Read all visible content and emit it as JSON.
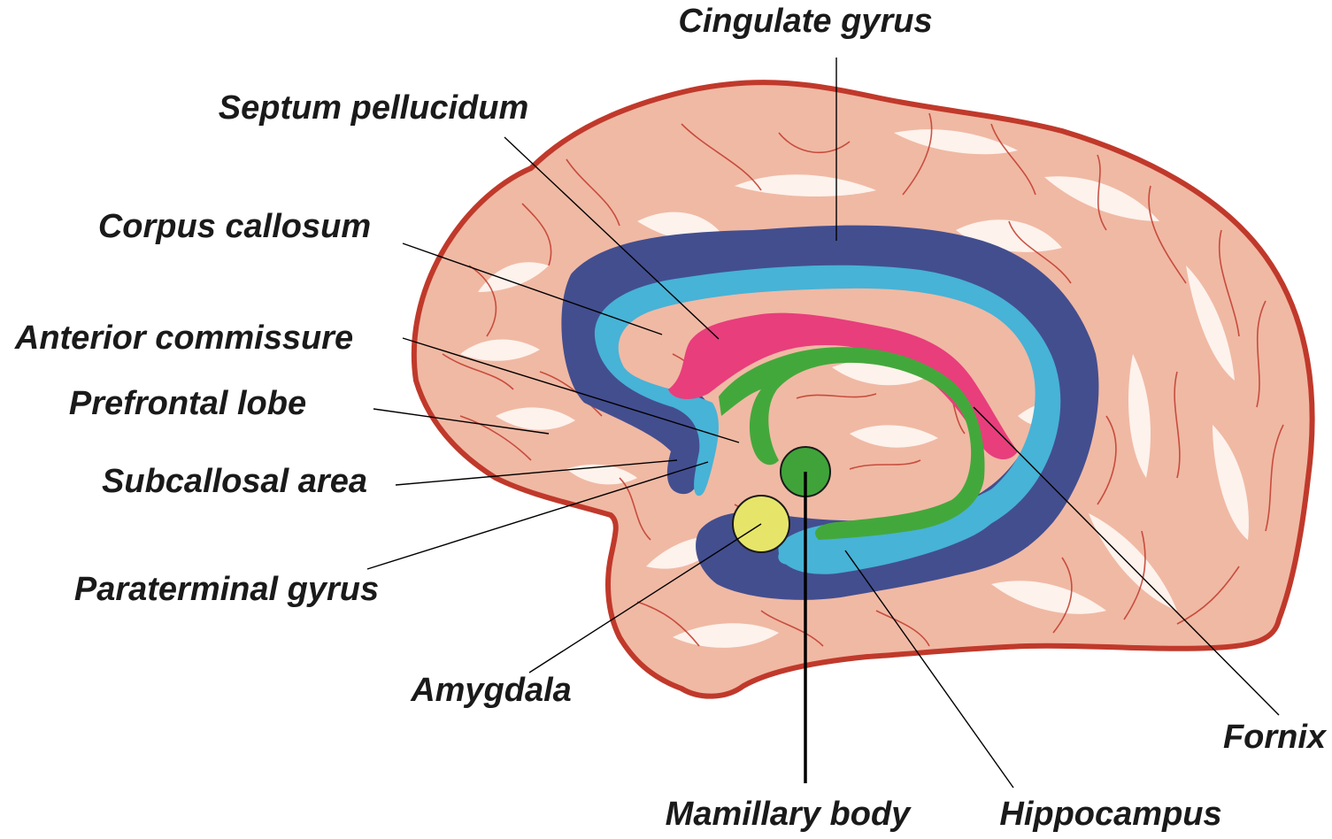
{
  "diagram": {
    "labels": {
      "cingulate_gyrus": "Cingulate gyrus",
      "septum_pellucidum": "Septum pellucidum",
      "corpus_callosum": "Corpus callosum",
      "anterior_commissure": "Anterior commissure",
      "prefrontal_lobe": "Prefrontal lobe",
      "subcallosal_area": "Subcallosal area",
      "paraterminal_gyrus": "Paraterminal gyrus",
      "amygdala": "Amygdala",
      "mamillary_body": "Mamillary body",
      "hippocampus": "Hippocampus",
      "fornix": "Fornix"
    },
    "colors": {
      "brain_fill": "#f0b9a4",
      "brain_outline": "#c0392b",
      "cingulate_gyrus": "#434e8f",
      "corpus_callosum": "#47b3d6",
      "septum_pellucidum": "#e83e7c",
      "fornix": "#43a83b",
      "mamillary_body": "#3fa33a",
      "amygdala": "#e6e56a"
    }
  }
}
